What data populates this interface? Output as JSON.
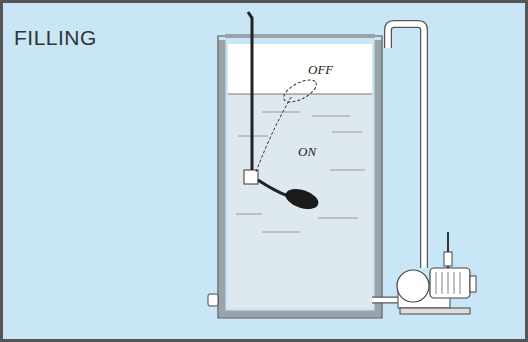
{
  "diagram": {
    "title": "FILLING",
    "labels": [
      "OFF",
      "ON"
    ]
  }
}
